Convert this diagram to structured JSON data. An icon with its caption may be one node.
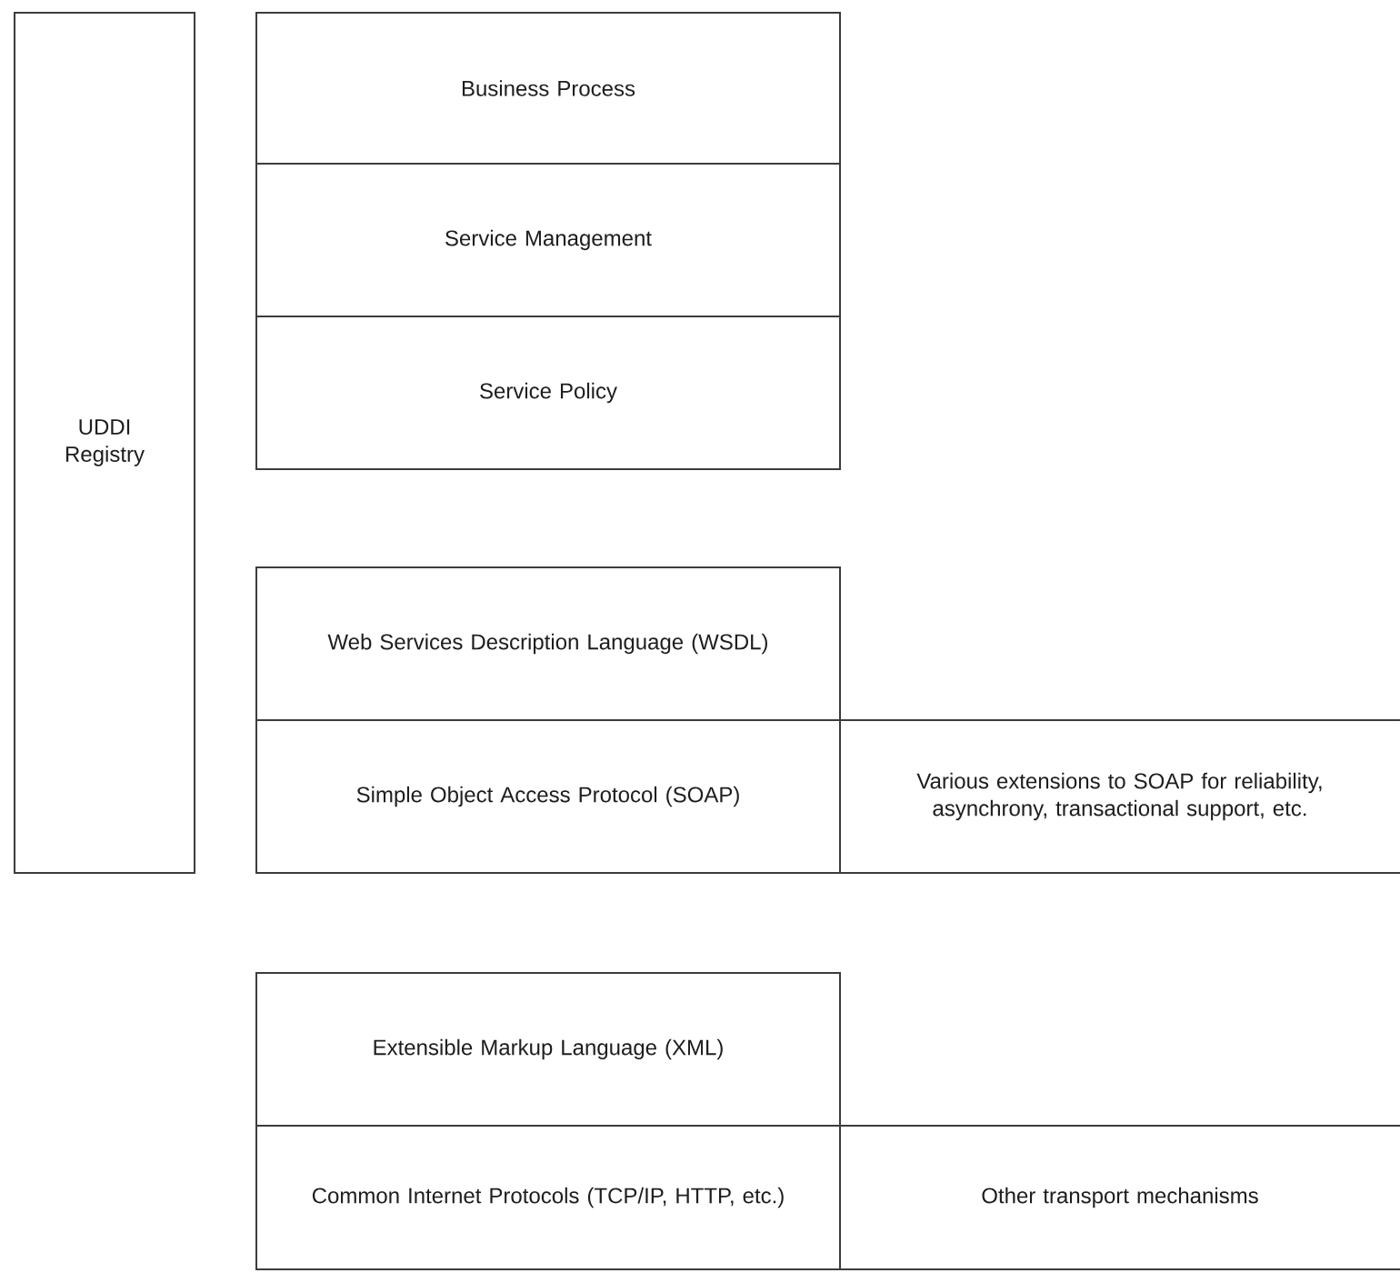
{
  "diagram": {
    "nodes": [
      {
        "text": [
          "UDDI Registry"
        ]
      },
      {
        "text": [
          "Business Process"
        ]
      },
      {
        "text": [
          "Service Management"
        ]
      },
      {
        "text": [
          "Service Policy"
        ]
      },
      {
        "text": [
          "Web Services Description Language (WSDL)"
        ]
      },
      {
        "text": [
          "Simple Object Access Protocol (SOAP)"
        ]
      },
      {
        "text": [
          "Various extensions to SOAP for reliability, asynchrony, transactional support, etc."
        ]
      },
      {
        "text": [
          "Extensible Markup Language (XML)"
        ]
      },
      {
        "text": [
          "Common Internet Protocols (TCP/IP, HTTP, etc.)"
        ]
      },
      {
        "text": [
          "Other transport mechanisms"
        ]
      }
    ]
  }
}
